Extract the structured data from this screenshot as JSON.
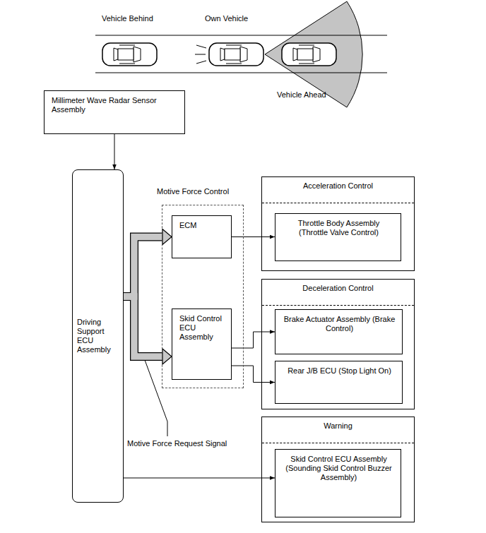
{
  "diagram": {
    "nodes": [
      {
        "text": [
          "Millimeter Wave Radar Sensor Assembly"
        ]
      },
      {
        "text": [
          "Driving Support ECU Assembly"
        ]
      },
      {
        "text": [
          "Motive Force Control"
        ]
      },
      {
        "text": [
          "ECM"
        ],
        "in": 2
      },
      {
        "text": [
          "Skid Control ECU Assembly"
        ],
        "in": 2
      },
      {
        "text": [
          "Acceleration Control"
        ]
      },
      {
        "text": [
          "Throttle Body Assembly (Throttle Valve Control)"
        ],
        "in": 5
      },
      {
        "text": [
          "Deceleration Control"
        ]
      },
      {
        "text": [
          "Brake Actuator Assembly (Brake Control)"
        ],
        "in": 7
      },
      {
        "text": [
          "Rear J/B ECU (Stop Light On)"
        ],
        "in": 7
      },
      {
        "text": [
          "Warning"
        ]
      },
      {
        "text": [
          "Skid Control ECU Assembly (Sounding Skid Control Buzzer Assembly)"
        ],
        "in": 10
      }
    ],
    "edges": [
      {
        "from": 0,
        "to": 1,
        "arrow": "to"
      },
      {
        "from": 1,
        "to": 3,
        "arrow": "to"
      },
      {
        "from": 1,
        "to": 4,
        "arrow": "to"
      },
      {
        "from": 3,
        "to": 6,
        "arrow": "to"
      },
      {
        "from": 4,
        "to": 8,
        "arrow": "to"
      },
      {
        "from": 4,
        "to": 9,
        "arrow": "to"
      },
      {
        "from": 1,
        "to": 11,
        "arrow": "to"
      }
    ],
    "labels": [
      "Vehicle Behind",
      "Own Vehicle",
      "Vehicle Ahead",
      "Motive Force Request Signal"
    ]
  }
}
